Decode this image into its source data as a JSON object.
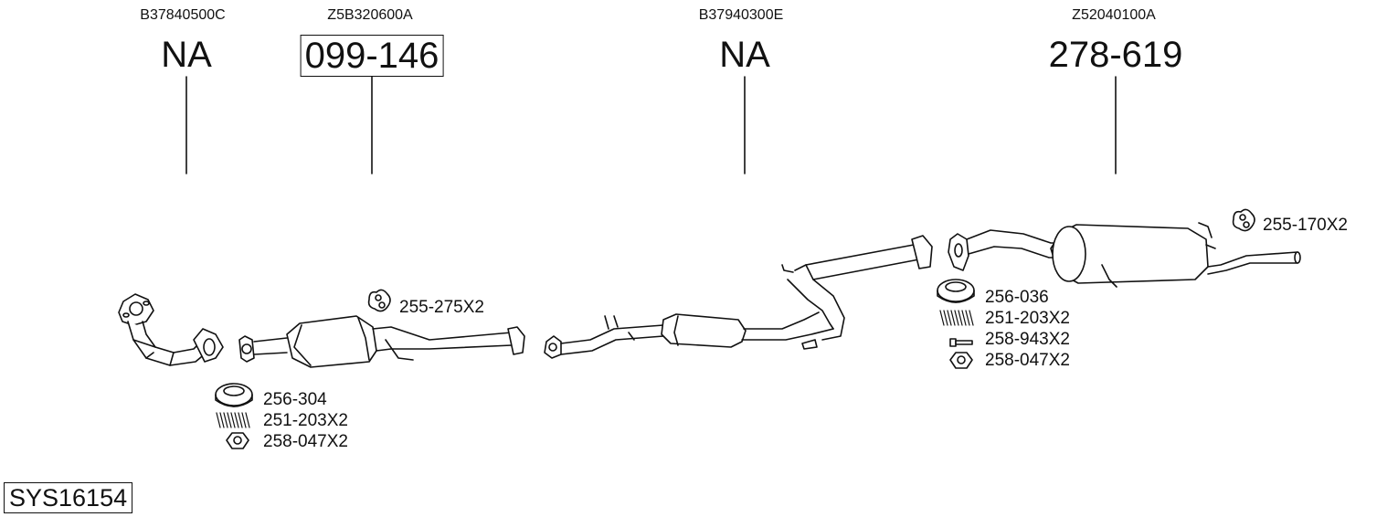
{
  "parts": [
    {
      "oem": "B37840500C",
      "number": "NA"
    },
    {
      "oem": "Z5B320600A",
      "number": "099-146"
    },
    {
      "oem": "B37940300E",
      "number": "NA"
    },
    {
      "oem": "Z52040100A",
      "number": "278-619"
    }
  ],
  "accessories": {
    "hanger_1": "255-275X2",
    "hanger_2": "255-170X2",
    "gasket_1": "256-304",
    "spring_1": "251-203X2",
    "nut_1": "258-047X2",
    "gasket_2": "256-036",
    "spring_2": "251-203X2",
    "bolt_2": "258-943X2",
    "nut_2": "258-047X2"
  },
  "system_code": "SYS16154"
}
